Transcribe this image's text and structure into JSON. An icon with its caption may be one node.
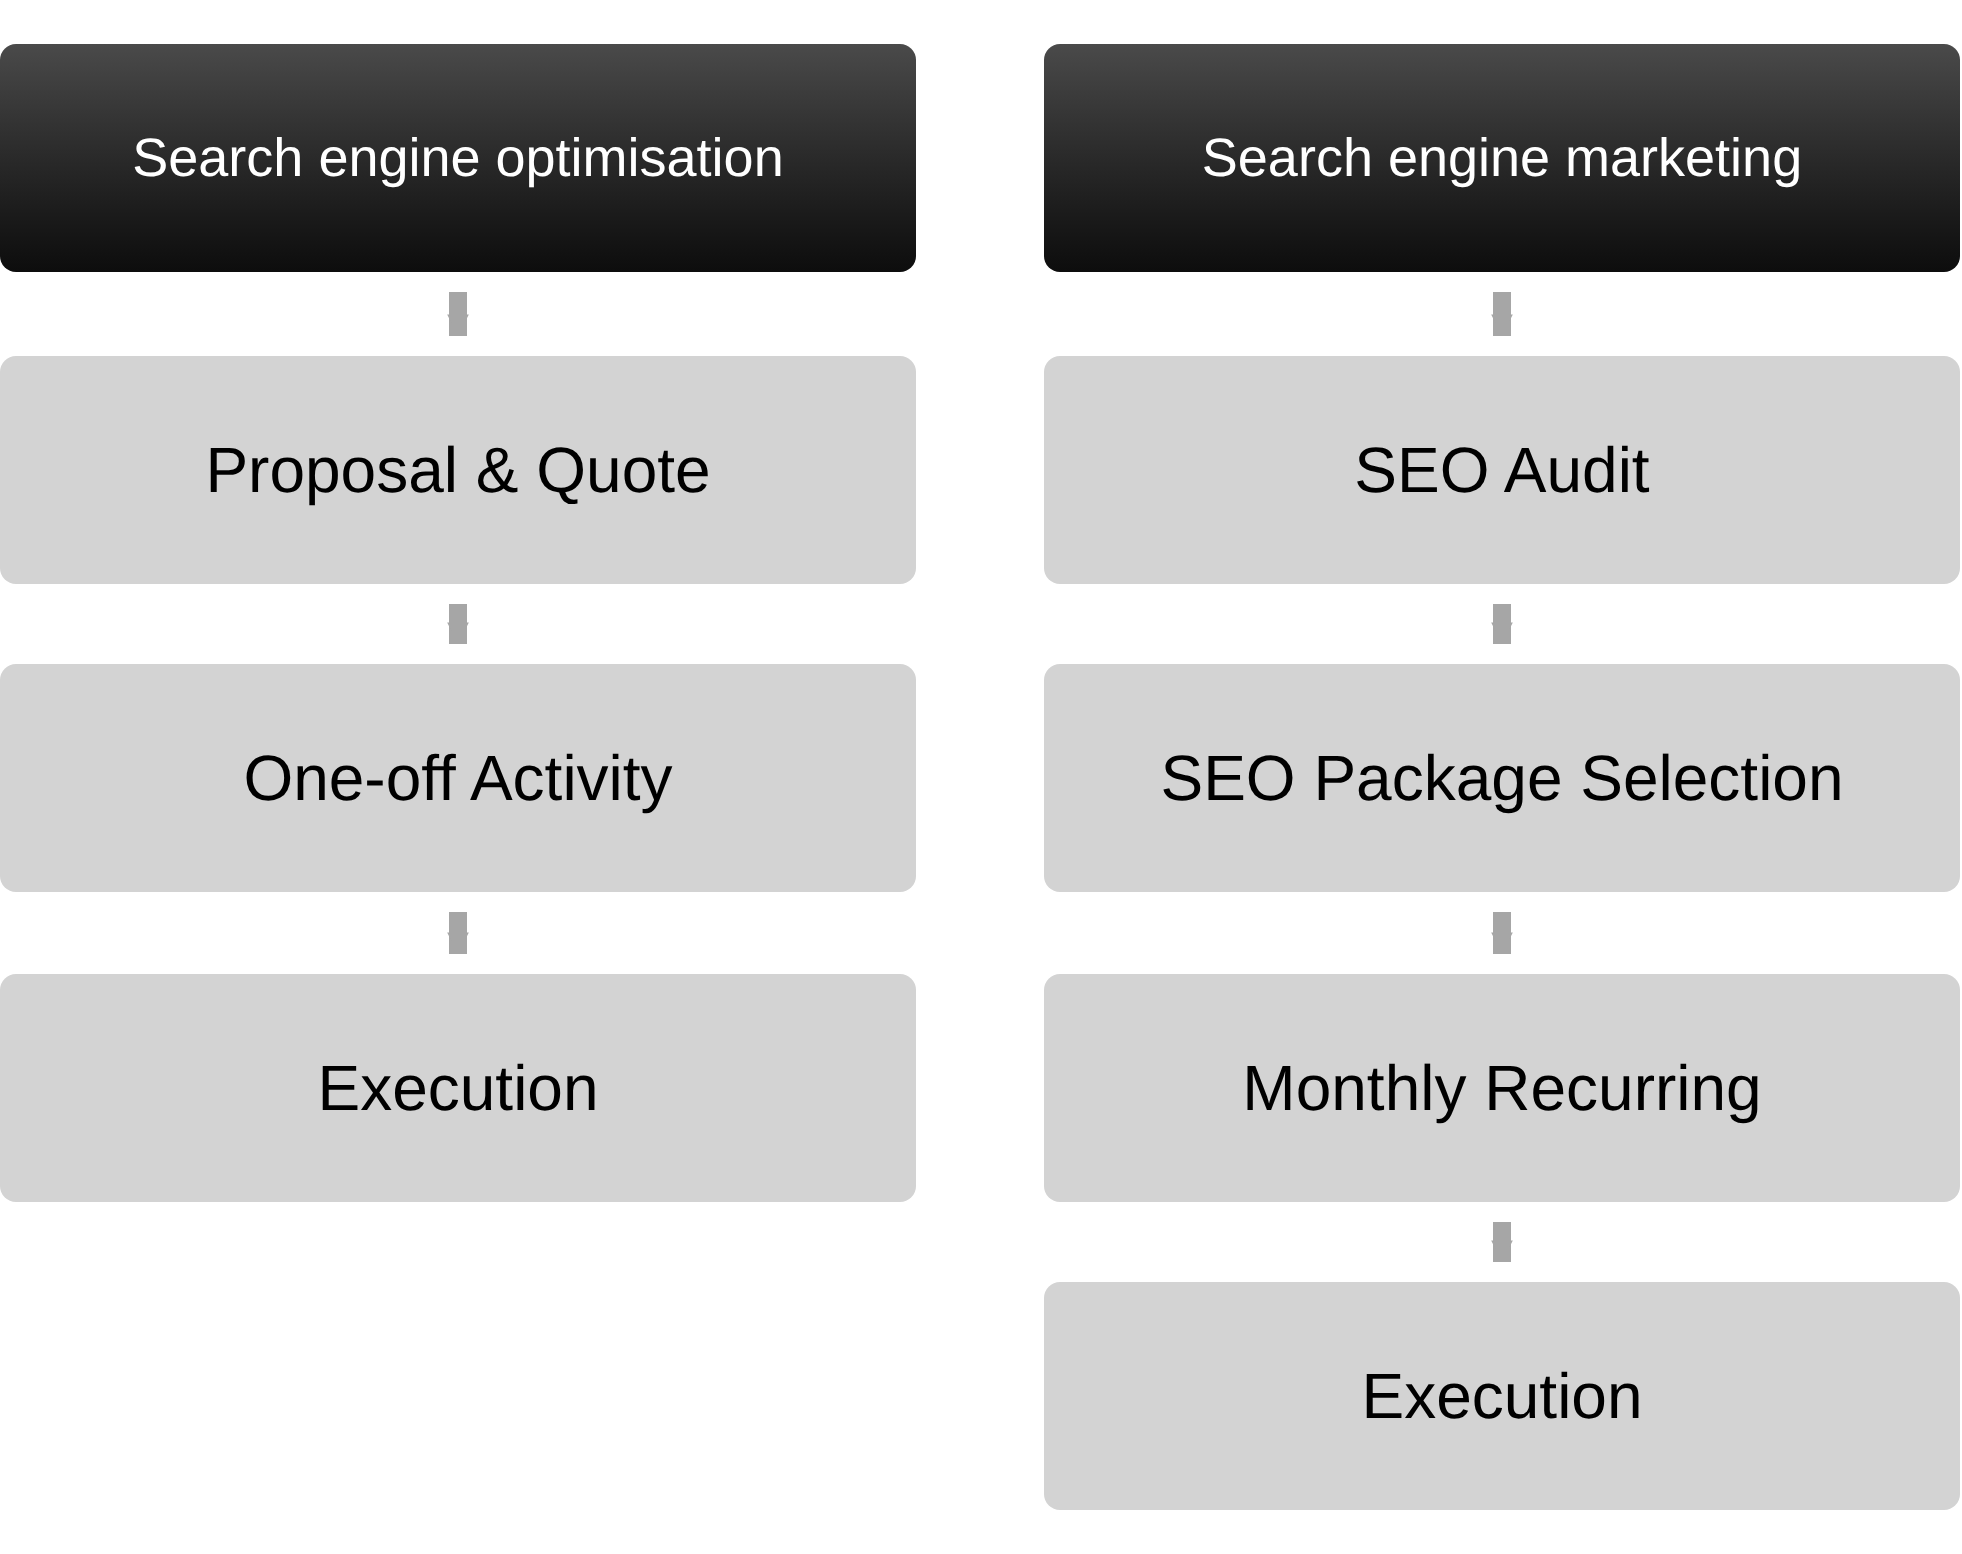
{
  "diagram": {
    "nodes": [
      {
        "text": [
          "Search engine optimisation"
        ]
      },
      {
        "text": [
          "Proposal & Quote"
        ]
      },
      {
        "text": [
          "One-off Activity"
        ]
      },
      {
        "text": [
          "Execution"
        ]
      },
      {
        "text": [
          "Search engine marketing"
        ]
      },
      {
        "text": [
          "SEO Audit"
        ]
      },
      {
        "text": [
          "SEO Package Selection"
        ]
      },
      {
        "text": [
          "Monthly Recurring"
        ]
      },
      {
        "text": [
          "Execution"
        ]
      }
    ],
    "edges": [
      {
        "from": 0,
        "to": 1,
        "arrow": "to"
      },
      {
        "from": 1,
        "to": 2,
        "arrow": "to"
      },
      {
        "from": 2,
        "to": 3,
        "arrow": "to"
      },
      {
        "from": 4,
        "to": 5,
        "arrow": "to"
      },
      {
        "from": 5,
        "to": 6,
        "arrow": "to"
      },
      {
        "from": 6,
        "to": 7,
        "arrow": "to"
      },
      {
        "from": 7,
        "to": 8,
        "arrow": "to"
      }
    ]
  }
}
